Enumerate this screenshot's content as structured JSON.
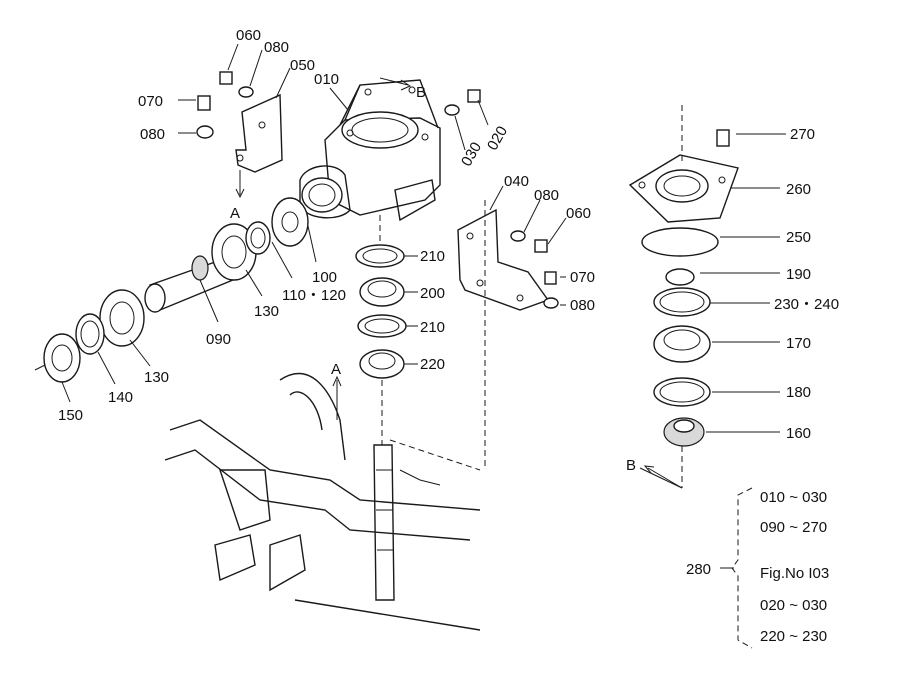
{
  "callouts": {
    "p010": "010",
    "p020": "020",
    "p030": "030",
    "p040": "040",
    "p050": "050",
    "p060a": "060",
    "p060b": "060",
    "p070a": "070",
    "p070b": "070",
    "p080a": "080",
    "p080b": "080",
    "p080c": "080",
    "p080d": "080",
    "p090": "090",
    "p100": "100",
    "p110_120": "110・120",
    "p130a": "130",
    "p130b": "130",
    "p140": "140",
    "p150": "150",
    "p160": "160",
    "p170": "170",
    "p180": "180",
    "p190": "190",
    "p200": "200",
    "p210a": "210",
    "p210b": "210",
    "p220": "220",
    "p230_240": "230・240",
    "p250": "250",
    "p260": "260",
    "p270": "270",
    "p280": "280"
  },
  "view_marks": {
    "a_top": "A",
    "a_mid": "A",
    "b_top": "B",
    "b_right": "B"
  },
  "kit_legend": {
    "line1": "010 ~ 030",
    "line2": "090 ~ 270",
    "line3": "Fig.No I03",
    "line4": "020 ~ 030",
    "line5": "220 ~ 230"
  }
}
